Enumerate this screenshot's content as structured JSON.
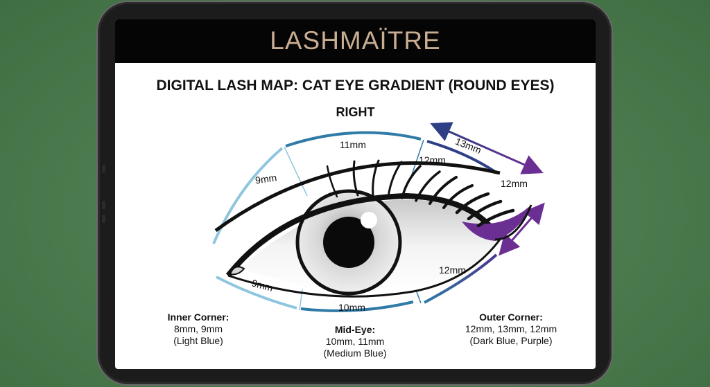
{
  "brand": "LASHMAÏTRE",
  "title": "DIGITAL LASH MAP: CAT EYE GRADIENT (ROUND EYES)",
  "side": "RIGHT",
  "lengths": {
    "upper_inner": "9mm",
    "upper_mid": "11mm",
    "upper_mid_outer": "12mm",
    "upper_outer_arrow": "13mm",
    "upper_outer_corner": "12mm",
    "lower_inner": "9mm",
    "lower_mid": "10mm",
    "lower_outer": "12mm"
  },
  "zones": [
    {
      "title": "Inner Corner:",
      "lengths": "8mm, 9mm",
      "colors": "(Light Blue)"
    },
    {
      "title": "Mid-Eye:",
      "lengths": "10mm, 11mm",
      "colors": "(Medium Blue)"
    },
    {
      "title": "Outer Corner:",
      "lengths": "12mm, 13mm, 12mm",
      "colors": "(Dark Blue, Purple)"
    }
  ],
  "colors": {
    "light_blue": "#8fc6df",
    "medium_blue": "#2f7aa6",
    "dark_blue": "#2e3f86",
    "purple": "#6b2f93",
    "brand_gold": "#c8ad92"
  },
  "icons": [
    "eye-icon",
    "double-arrow-icon",
    "sparkle-icon"
  ]
}
